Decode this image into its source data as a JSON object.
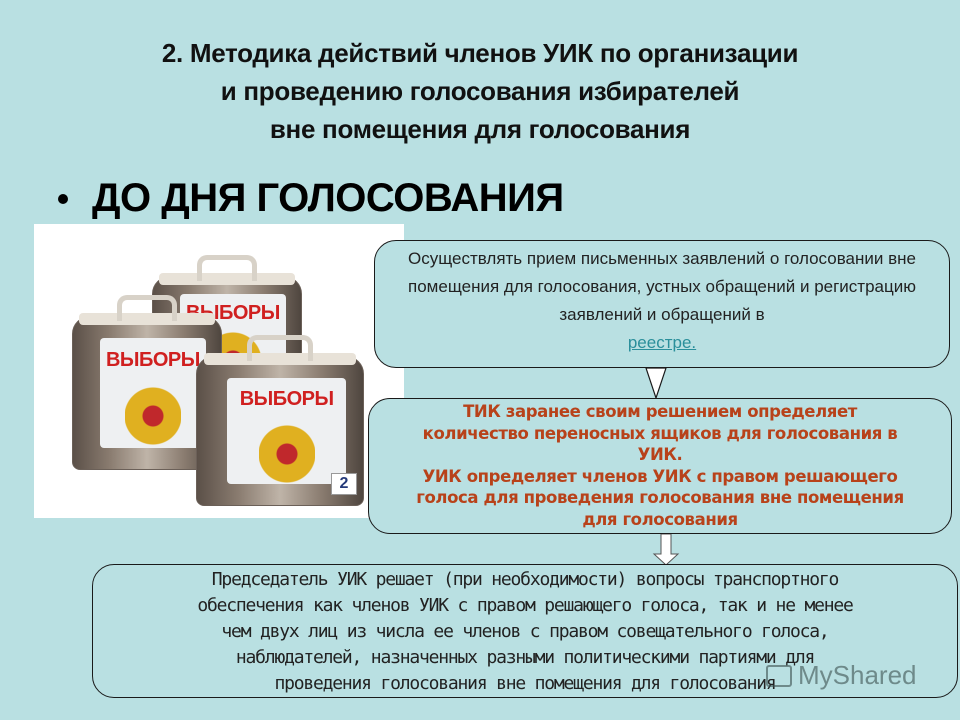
{
  "slide": {
    "title_lines": [
      "2. Методика действий членов УИК по организации",
      "и проведению голосования избирателей",
      "вне помещения для голосования"
    ],
    "bullet": "ДО ДНЯ ГОЛОСОВАНИЯ",
    "image": {
      "description": "three portable ballot boxes",
      "boxes": [
        {
          "label": "ВЫБОРЫ"
        },
        {
          "label": "ВЫБОРЫ"
        },
        {
          "label": "ВЫБОРЫ",
          "number": "2"
        }
      ]
    },
    "callout_1": {
      "text": "Осуществлять прием письменных заявлений о голосовании вне помещения для голосования, устных обращений и регистрацию заявлений и обращений в",
      "link": "реестре."
    },
    "callout_2": {
      "lines": [
        "ТИК заранее своим решением определяет",
        "количество переносных ящиков для голосования в",
        "УИК.",
        "УИК определяет членов УИК с правом решающего",
        "голоса для проведения голосования вне помещения",
        "для голосования"
      ]
    },
    "callout_3": {
      "lines": [
        "Председатель УИК решает (при необходимости) вопросы транспортного",
        "обеспечения как членов УИК с правом решающего голоса, так и не менее",
        "чем двух лиц из числа ее членов с правом совещательного голоса,",
        "наблюдателей, назначенных разными политическими партиями для",
        "проведения голосования вне помещения для голосования"
      ]
    },
    "watermark": "MyShared",
    "colors": {
      "background": "#b9e0e2",
      "callout_2_text": "#b8421a",
      "link": "#2a8f9b"
    }
  }
}
